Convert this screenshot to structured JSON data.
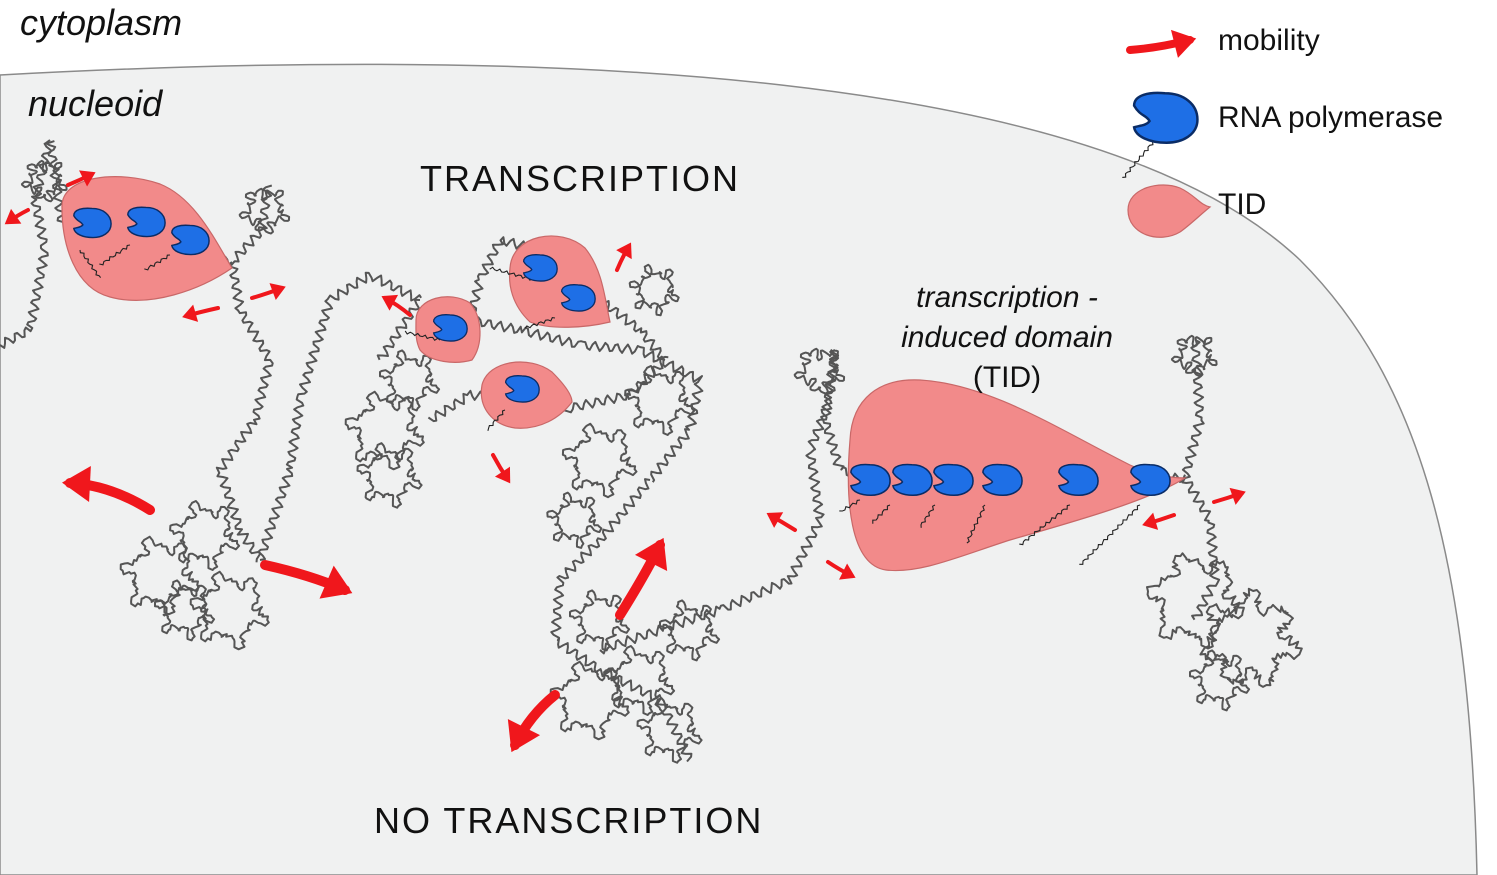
{
  "labels": {
    "cytoplasm": "cytoplasm",
    "nucleoid": "nucleoid",
    "transcription": "TRANSCRIPTION",
    "no_transcription": "NO TRANSCRIPTION",
    "tid_line1": "transcription -",
    "tid_line2": "induced domain",
    "tid_line3": "(TID)"
  },
  "legend": {
    "mobility": "mobility",
    "rna_polymerase": "RNA polymerase",
    "tid": "TID"
  },
  "colors": {
    "background": "#ffffff",
    "nucleoid_fill": "#f0f1f1",
    "tid_fill": "#f28a8a",
    "tid_stroke": "#c96868",
    "polymerase_fill": "#1e6fe6",
    "polymerase_stroke": "#0a2c66",
    "arrow": "#f0171c",
    "dna": "#555555"
  }
}
